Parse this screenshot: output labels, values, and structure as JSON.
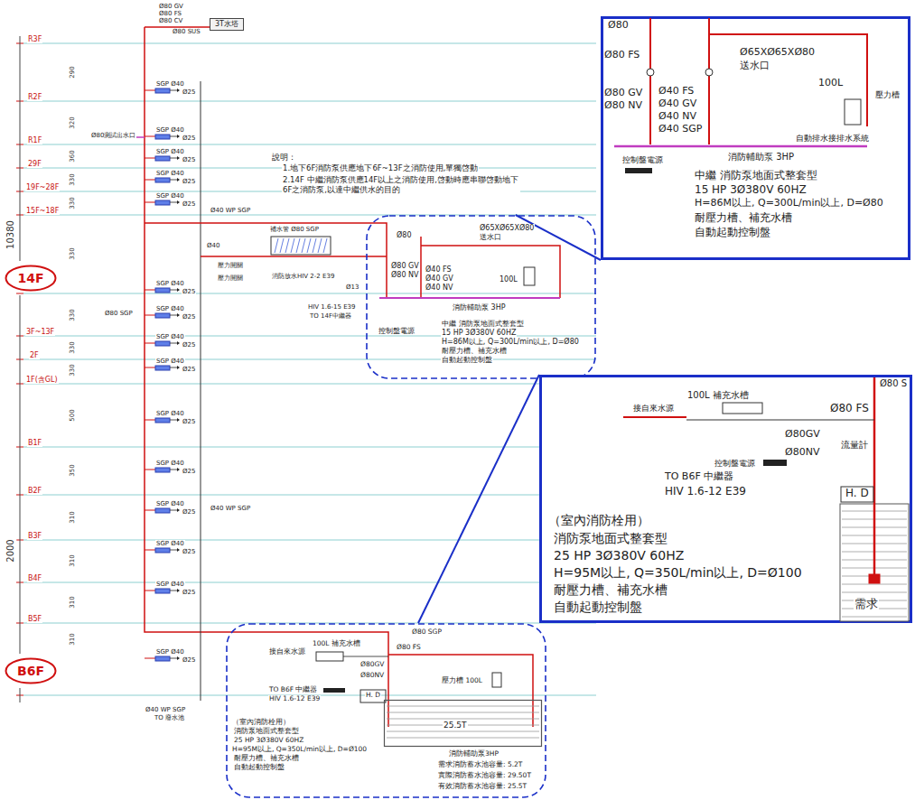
{
  "diagram": {
    "nodes": [
      {
        "text": [
          "3T水塔"
        ]
      },
      {
        "text": [
          "14F"
        ]
      },
      {
        "text": [
          "B6F"
        ]
      },
      {
        "text": [
          "Ø80",
          "Ø65XØ65XØ80",
          "送水口",
          "Ø80 GV",
          "Ø80 NV",
          "Ø40 FS",
          "Ø40 GV",
          "Ø40 NV",
          "100L",
          "消防輔助泵 3HP",
          "控制盤電源",
          "中繼 消防泵地面式整套型",
          "15 HP 3Ø380V 60HZ",
          "H=86M以上, Q=300L/min以上, D=Ø80",
          "耐壓力槽、補充水槽",
          "自動起動控制盤"
        ]
      },
      {
        "text": [
          "Ø80",
          "Ø80 FS",
          "Ø65XØ65XØ80",
          "送水口",
          "Ø80 GV",
          "Ø80 NV",
          "Ø40 FS",
          "Ø40 GV",
          "Ø40 NV",
          "Ø40 SGP",
          "100L",
          "壓力槽",
          "自動排水接排水系統",
          "消防輔助泵 3HP",
          "控制盤電源",
          "中繼 消防泵地面式整套型",
          "15 HP 3Ø380V 60HZ",
          "H=86M以上, Q=300L/min以上, D=Ø80",
          "耐壓力槽、補充水槽",
          "自動起動控制盤"
        ]
      },
      {
        "text": [
          "Ø80 SGP",
          "100L 補充水槽",
          "接自來水源",
          "Ø80 FS",
          "Ø80GV",
          "Ø80NV",
          "壓力槽 100L",
          "TO B6F 中繼器",
          "HIV 1.6-12 E39",
          "H. D",
          "（室內消防栓用）",
          "消防泵地面式整套型",
          "25 HP 3Ø380V 60HZ",
          "H=95M以上, Q=350L/min以上, D=Ø100",
          "耐壓力槽、補充水槽",
          "自動起動控制盤",
          "消防輔助泵3HP",
          "需求消防蓄水池容量: 5.2T",
          "實際消防蓄水池容量: 29.50T",
          "有效消防蓄水池容量: 25.5T"
        ]
      },
      {
        "text": [
          "25.5T"
        ],
        "in": 5
      },
      {
        "text": [
          "Ø80 S",
          "100L 補充水槽",
          "接自來水源",
          "Ø80 FS",
          "Ø80GV",
          "Ø80NV",
          "流量計",
          "控制盤電源",
          "TO B6F 中繼器",
          "HIV 1.6-12 E39",
          "H. D",
          "（室內消防栓用）",
          "消防泵地面式整套型",
          "25 HP 3Ø380V 60HZ",
          "H=95M以上, Q=350L/min以上, D=Ø100",
          "耐壓力槽、補充水槽",
          "自動起動控制盤",
          "需求"
        ]
      }
    ],
    "edges": [
      {
        "from": 3,
        "to": 4,
        "arrow": "none"
      },
      {
        "from": 5,
        "to": 7,
        "arrow": "none"
      }
    ],
    "labels": [
      "R3F",
      "R2F",
      "R1F",
      "29F",
      "19F~28F",
      "15F~18F",
      "3F~13F",
      "2F",
      "1F(含GL)",
      "B1F",
      "B2F",
      "B3F",
      "B4F",
      "B5F",
      "290",
      "320",
      "360",
      "330",
      "330",
      "330",
      "330",
      "330",
      "330",
      "500",
      "350",
      "310",
      "310",
      "310",
      "310",
      "10380",
      "2000",
      "Ø80 GV",
      "Ø80 FS",
      "Ø80 CV",
      "Ø80 SUS",
      "Ø80測試出水口",
      "Ø40 WP SGP",
      "Ø80 SGP",
      "Ø40 WP SGP",
      "Ø40 WP SGP",
      "TO 廢水池",
      "說明：",
      "1.地下6F消防泵供應地下6F~13F之消防使用,單獨啓動",
      "2.14F 中繼消防泵供應14F以上之消防使用,啓動時應串聯啓動地下6F之消防泵,以達中繼供水的目的",
      "補水管 Ø80 SGP",
      "消防放水HIV 2-2 E39",
      "壓力開關",
      "壓力開關",
      "Ø40",
      "Ø13",
      "HIV 1.6-15 E39",
      "TO 14F中繼器",
      "SGP Ø40",
      "Ø25",
      "SGP Ø40",
      "Ø25",
      "SGP Ø40",
      "Ø25",
      "SGP Ø40",
      "Ø25",
      "SGP Ø40",
      "Ø25",
      "SGP Ø40",
      "Ø25",
      "SGP Ø40",
      "Ø25",
      "SGP Ø40",
      "Ø25",
      "SGP Ø40",
      "Ø25",
      "SGP Ø40",
      "Ø25",
      "SGP Ø40",
      "Ø25",
      "SGP Ø40",
      "Ø25",
      "SGP Ø40",
      "Ø25",
      "SGP Ø40",
      "Ø25",
      "SGP Ø40",
      "Ø25"
    ]
  }
}
